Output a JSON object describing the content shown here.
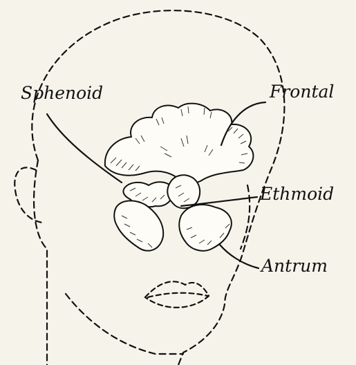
{
  "diagram": {
    "labels": {
      "sphenoid": "Sphenoid",
      "frontal": "Frontal",
      "ethmoid": "Ethmoid",
      "antrum": "Antrum"
    },
    "colors": {
      "background": "#f5f3ea",
      "ink": "#111111"
    }
  }
}
